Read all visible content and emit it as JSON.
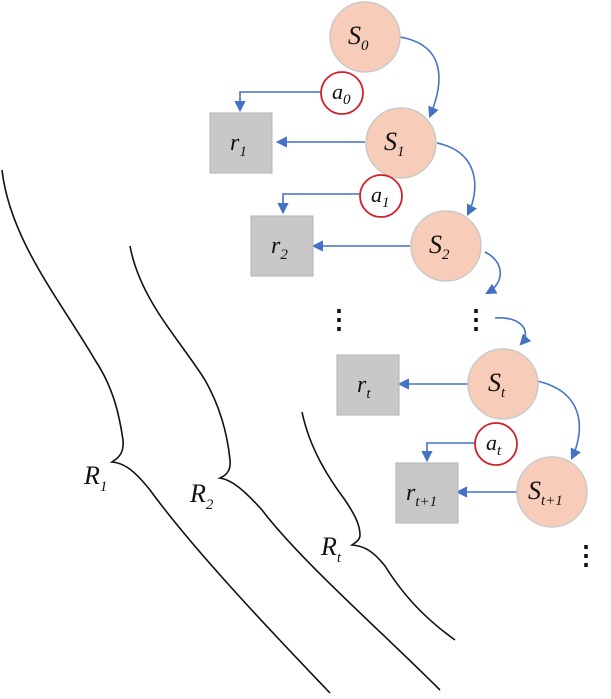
{
  "colors": {
    "state_fill": "#f7cdb9",
    "state_stroke": "#c9c9c9",
    "reward_fill": "#c8c8c8",
    "reward_stroke": "#b3b3b3",
    "action_stroke": "#d21f2a",
    "arrow": "#4472c4",
    "brace": "#111111"
  },
  "states": [
    {
      "main": "S",
      "sub": "0"
    },
    {
      "main": "S",
      "sub": "1"
    },
    {
      "main": "S",
      "sub": "2"
    },
    {
      "main": "S",
      "sub": "t"
    },
    {
      "main": "S",
      "sub": "t+1"
    }
  ],
  "actions": [
    {
      "main": "a",
      "sub": "0"
    },
    {
      "main": "a",
      "sub": "1"
    },
    {
      "main": "a",
      "sub": "t"
    }
  ],
  "rewards": [
    {
      "main": "r",
      "sub": "1"
    },
    {
      "main": "r",
      "sub": "2"
    },
    {
      "main": "r",
      "sub": "t"
    },
    {
      "main": "r",
      "sub": "t+1"
    }
  ],
  "returns": [
    {
      "main": "R",
      "sub": "1"
    },
    {
      "main": "R",
      "sub": "2"
    },
    {
      "main": "R",
      "sub": "t"
    }
  ],
  "ellipsis": "⋮"
}
